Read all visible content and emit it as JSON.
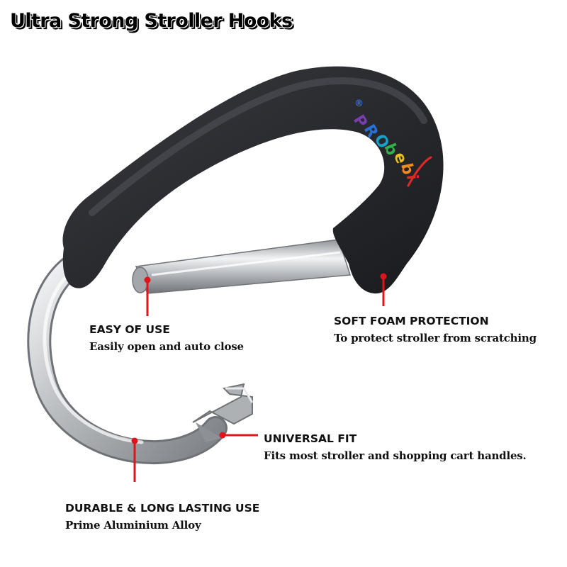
{
  "title": "Ultra Strong Stroller Hooks",
  "brand": {
    "letters": [
      "P",
      "R",
      "O",
      "b",
      "e",
      "b",
      "i"
    ],
    "mark": "®"
  },
  "colors": {
    "foam": "#2b2c30",
    "metal": "#c4c6c8",
    "pointer": "#e0141b",
    "brand_letters": [
      "#7a3db0",
      "#2a6fd6",
      "#1aa0c8",
      "#34b04a",
      "#e6c21a",
      "#f08a1d",
      "#e02828"
    ]
  },
  "callouts": {
    "easy_use": {
      "heading": "EASY OF USE",
      "text": "Easily open and auto close"
    },
    "soft_foam": {
      "heading": "SOFT FOAM PROTECTION",
      "text": "To protect stroller from scratching"
    },
    "universal_fit": {
      "heading": "UNIVERSAL FIT",
      "text": "Fits most stroller and shopping cart handles."
    },
    "durable": {
      "heading": "DURABLE & LONG LASTING USE",
      "text": "Prime Aluminium Alloy"
    }
  }
}
